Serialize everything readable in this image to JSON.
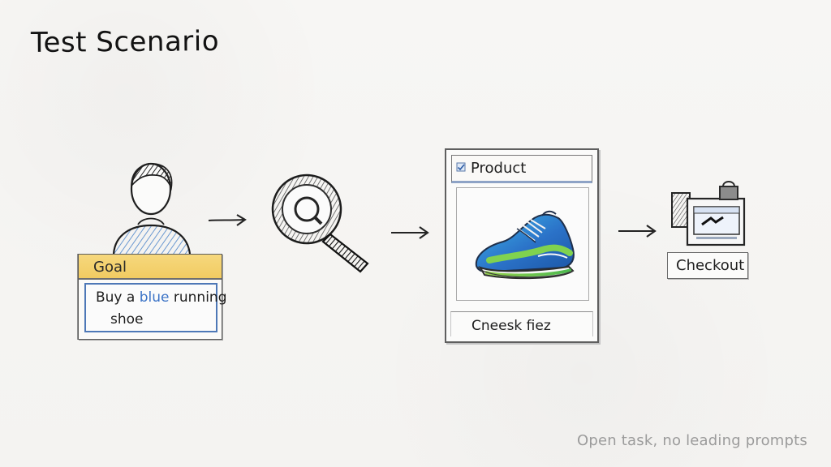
{
  "title": "Test Scenario",
  "goal": {
    "header": "Goal",
    "text_prefix": "Buy a ",
    "text_highlight": "blue",
    "text_suffix": " running",
    "text_line2": "shoe"
  },
  "product": {
    "title": "Product",
    "caption": "Cneesk fiez"
  },
  "checkout": {
    "label": "Checkout"
  },
  "footer": {
    "note": "Open task, no leading prompts"
  },
  "icons": {
    "person": "person-icon",
    "search": "search-icon",
    "product_check": "checkmark-icon",
    "shoe": "running-shoe-icon",
    "checkout_device": "checkout-device-icon",
    "lock": "lock-icon",
    "arrow": "arrow-right-icon"
  },
  "colors": {
    "goal_header": "#f1cb62",
    "goal_border": "#4e78b7",
    "highlight_text": "#3b73c6",
    "product_accent": "#8ea3c6",
    "note_text": "#9b9b9b"
  }
}
